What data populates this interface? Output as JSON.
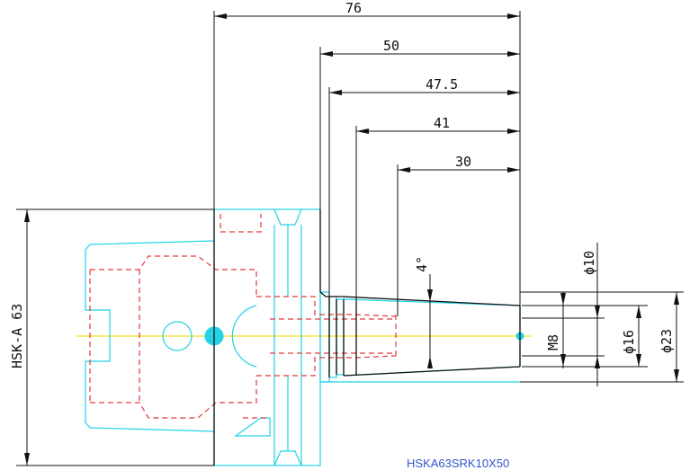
{
  "colors": {
    "outline": "#22d3e6",
    "hidden": "#e23a3a",
    "centerline": "#f0e020",
    "dimension": "#111111",
    "caption": "#3355cc"
  },
  "dimensions": {
    "d76": "76",
    "d50": "50",
    "d47_5": "47.5",
    "d41": "41",
    "d30": "30",
    "taper": "4°",
    "phi10": "ϕ10",
    "phi16": "ϕ16",
    "phi23": "ϕ23",
    "m8": "M8",
    "hsk": "HSK-A 63"
  },
  "caption": "HSKA63SRK10X50"
}
